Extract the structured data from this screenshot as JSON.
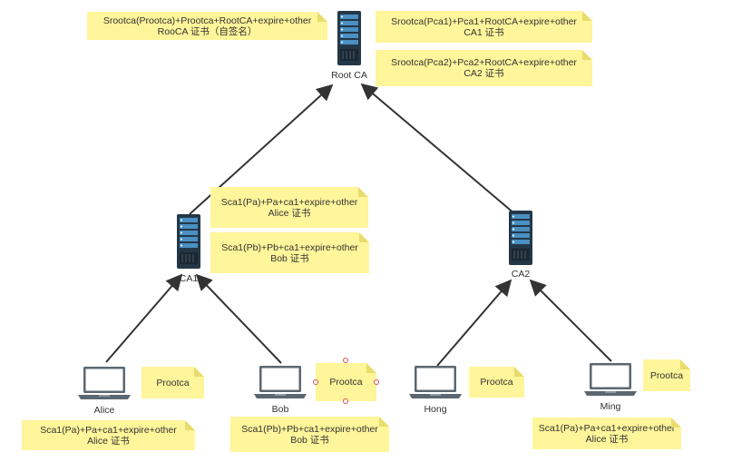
{
  "nodes": {
    "root_ca": {
      "label": "Root CA"
    },
    "ca1": {
      "label": "CA1"
    },
    "ca2": {
      "label": "CA2"
    },
    "alice": {
      "label": "Alice"
    },
    "bob": {
      "label": "Bob"
    },
    "hong": {
      "label": "Hong"
    },
    "ming": {
      "label": "Ming"
    }
  },
  "notes": {
    "root_self_cert": {
      "line1": "Srootca(Prootca)+Prootca+RootCA+expire+other",
      "line2": "RooCA 证书（自签名）"
    },
    "ca1_cert": {
      "line1": "Srootca(Pca1)+Pca1+RootCA+expire+other",
      "line2": "CA1  证书"
    },
    "ca2_cert": {
      "line1": "Srootca(Pca2)+Pca2+RootCA+expire+other",
      "line2": "CA2  证书"
    },
    "alice_cert_at_ca1": {
      "line1": "Sca1(Pa)+Pa+ca1+expire+other",
      "line2": "Alice 证书"
    },
    "bob_cert_at_ca1": {
      "line1": "Sca1(Pb)+Pb+ca1+expire+other",
      "line2": "Bob 证书"
    },
    "alice_trust": {
      "text": "Prootca"
    },
    "bob_trust": {
      "text": "Prootca"
    },
    "hong_trust": {
      "text": "Prootca"
    },
    "ming_trust": {
      "text": "Prootca"
    },
    "alice_holds": {
      "line1": "Sca1(Pa)+Pa+ca1+expire+other",
      "line2": "Alice 证书"
    },
    "bob_holds": {
      "line1": "Sca1(Pb)+Pb+ca1+expire+other",
      "line2": "Bob 证书"
    },
    "ming_holds": {
      "line1": "Sca1(Pa)+Pa+ca1+expire+other",
      "line2": "Alice 证书"
    }
  },
  "colors": {
    "note_fill": "#fff59a",
    "note_fold": "#e8dc6c",
    "server_body": "#243746",
    "server_panel": "#4a90c2",
    "laptop_frame": "#5b6770",
    "laptop_screen": "#ffffff",
    "arrow": "#333333",
    "selection_handle": "#d9534f"
  },
  "icons": {
    "server": "server-icon",
    "laptop": "laptop-icon"
  }
}
